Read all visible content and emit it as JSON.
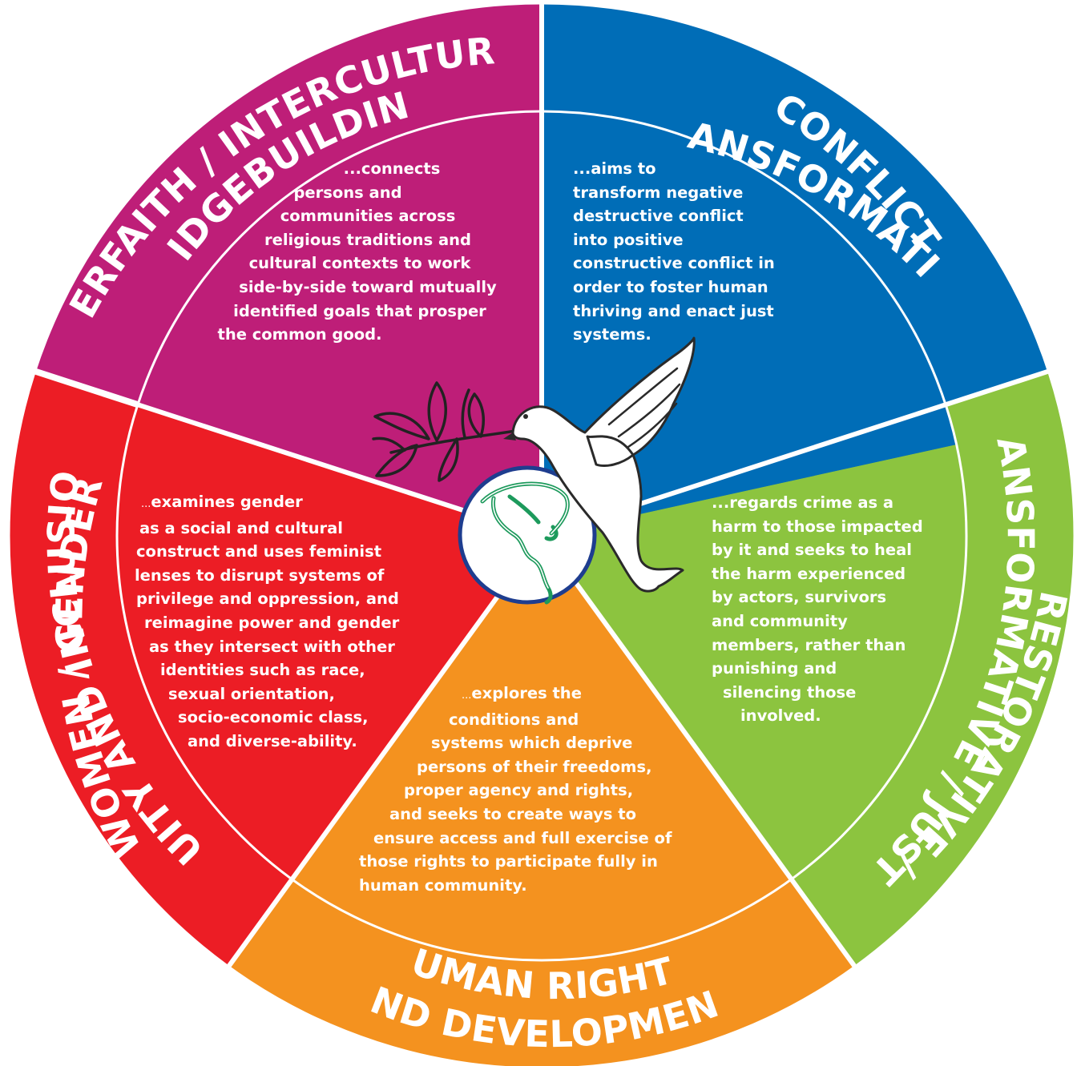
{
  "colors": {
    "interfaith": "#be1e78",
    "conflict": "#006db7",
    "restorative": "#8cc43f",
    "human_rights": "#f4921f",
    "women": "#ec1d25",
    "globe_outline": "#1e3d8f",
    "globe_land": "#1d9a5c"
  },
  "icons": {
    "center": "dove-with-olive-branch-over-globe-icon"
  },
  "segments": {
    "interfaith": {
      "title_line1": "INTERFAITH / INTERCULTURAL",
      "title_line2": "BRIDGEBUILDING",
      "desc_lead": "...",
      "desc_lines": [
        "connects",
        "persons and",
        "communities across",
        "religious traditions and",
        "cultural contexts to work",
        "side-by-side toward mutually",
        "identified goals that prosper",
        "the common good."
      ]
    },
    "conflict": {
      "title_line1": "CONFLICT",
      "title_line2": "TRANSFORMATION",
      "desc_lead": "...",
      "desc_lines": [
        "aims to",
        "transform negative",
        "destructive conflict",
        "into positive",
        "constructive conflict in",
        "order to foster human",
        "thriving and enact just",
        "systems."
      ]
    },
    "restorative": {
      "title_line1": "RESTORATIVE /",
      "title_line2": "TRANSFORMATIVE / JUSTICE",
      "desc_lead": "...",
      "desc_lines": [
        "regards crime as a",
        "harm to those impacted",
        "by it and seeks to heal",
        "the harm experienced",
        "by actors, survivors",
        "and community",
        "members, rather than",
        "punishing and",
        "silencing those",
        "involved."
      ]
    },
    "human_rights": {
      "title_line1": "HUMAN RIGHTS",
      "title_line2": "AND DEVELOPMENT",
      "desc_lead": "...",
      "desc_lines": [
        "explores the",
        "conditions and",
        "systems which deprive",
        "persons of their freedoms,",
        "proper agency and rights,",
        "and seeks to create ways to",
        "ensure access and full exercise of",
        "those rights to participate fully in",
        "human community."
      ]
    },
    "women": {
      "title_line1": "WOMEN / GENDER",
      "title_line2": "EQUITY AND INCLUSION",
      "desc_lead": "...",
      "desc_lines": [
        "examines gender",
        "as a social and cultural",
        "construct and uses feminist",
        "lenses to disrupt systems of",
        "privilege and oppression, and",
        "reimagine power and gender",
        "as they intersect with other",
        "identities such as race,",
        "sexual orientation,",
        "socio-economic class,",
        "and diverse-ability."
      ]
    }
  }
}
